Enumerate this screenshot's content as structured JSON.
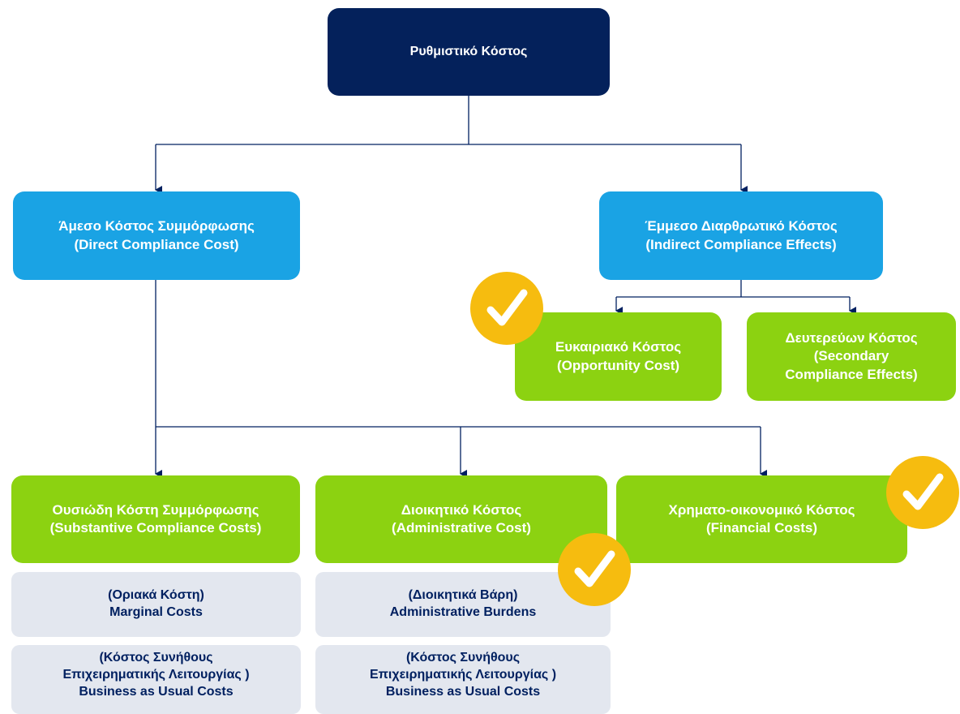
{
  "root": {
    "label": "Ρυθμιστικό Κόστος"
  },
  "direct": {
    "line1": "Άμεσο Κόστος Συμμόρφωσης",
    "line2": "(Direct Compliance Cost)"
  },
  "indirect": {
    "line1": "Έμμεσο Διαρθρωτικό Κόστος",
    "line2": "(Indirect Compliance Effects)"
  },
  "opportunity": {
    "line1": "Ευκαιριακό Κόστος",
    "line2": "(Opportunity Cost)"
  },
  "secondary": {
    "line1": "Δευτερεύων Κόστος",
    "line2": "(Secondary",
    "line3": "Compliance Effects)"
  },
  "substantive": {
    "line1": "Ουσιώδη Κόστη Συμμόρφωσης",
    "line2": "(Substantive Compliance Costs)"
  },
  "administrative": {
    "line1": "Διοικητικό Κόστος",
    "line2": "(Administrative Cost)"
  },
  "financial": {
    "line1": "Χρηματο-οικονομικό Κόστος",
    "line2": "(Financial Costs)"
  },
  "marginal": {
    "line1": "(Οριακά Κόστη)",
    "line2": "Marginal Costs"
  },
  "bau_left": {
    "line1": "(Κόστος Συνήθους",
    "line2": "Επιχειρηματικής Λειτουργίας )",
    "line3": "Business as Usual Costs"
  },
  "burdens": {
    "line1": "(Διοικητικά Βάρη)",
    "line2": "Administrative Burdens"
  },
  "bau_right": {
    "line1": "(Κόστος Συνήθους",
    "line2": "Επιχειρηματικής Λειτουργίας )",
    "line3": "Business as Usual Costs"
  },
  "colors": {
    "navy": "#04215b",
    "blue": "#1aa3e4",
    "green": "#8cd211",
    "gray": "#e3e7ef",
    "check": "#f6bc0f",
    "line": "#002060"
  },
  "icons": {
    "checkmark": "check-icon"
  }
}
